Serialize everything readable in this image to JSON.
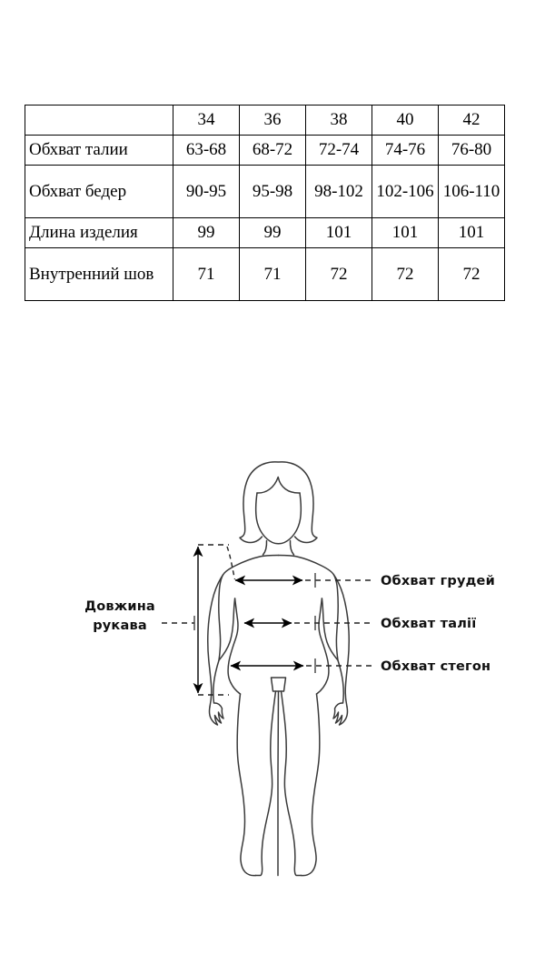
{
  "table": {
    "header": [
      "",
      "34",
      "36",
      "38",
      "40",
      "42"
    ],
    "rows": [
      {
        "label": "Обхват талии",
        "values": [
          "63-68",
          "68-72",
          "72-74",
          "74-76",
          "76-80"
        ]
      },
      {
        "label": "Обхват бедер",
        "values": [
          "90-95",
          "95-98",
          "98-102",
          "102-106",
          "106-110"
        ]
      },
      {
        "label": "Длина изделия",
        "values": [
          "99",
          "99",
          "101",
          "101",
          "101"
        ]
      },
      {
        "label": "Внутренний шов",
        "values": [
          "71",
          "71",
          "72",
          "72",
          "72"
        ]
      }
    ]
  },
  "diagram": {
    "labels": {
      "sleeve_length_line1": "Довжина",
      "sleeve_length_line2": "рукава",
      "chest": "Обхват грудей",
      "waist": "Обхват талії",
      "hips": "Обхват стегон"
    },
    "colors": {
      "outline": "#3a3a3a",
      "arrow": "#000000",
      "text": "#111111",
      "background": "#ffffff"
    }
  }
}
